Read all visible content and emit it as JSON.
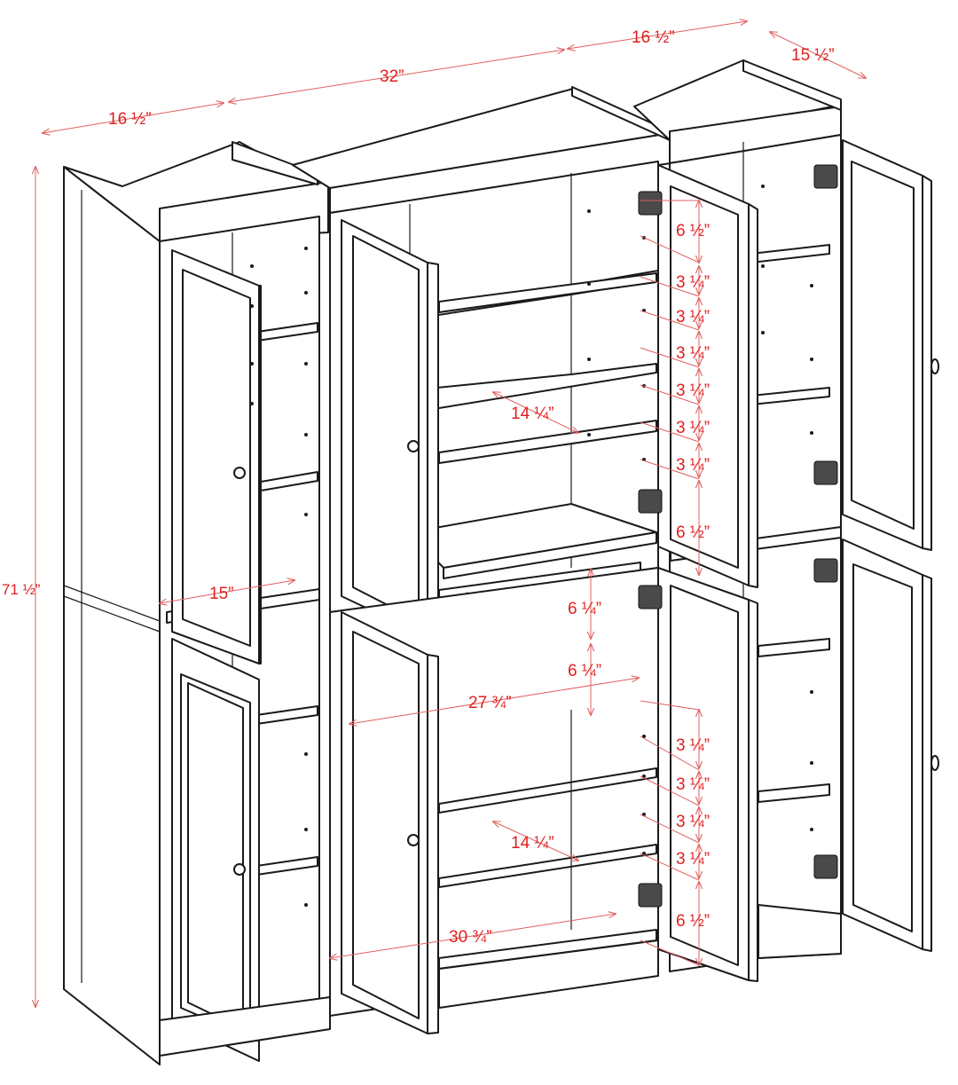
{
  "figure": {
    "dimensions": {
      "top_left_width": "16 ½”",
      "top_center_width": "32”",
      "top_right_width": "16 ½”",
      "depth": "15 ½”",
      "height": "71 ½”",
      "left_shelf_depth": "15”",
      "upper_center_shelf_width": "14 ¼”",
      "lower_center_shelf_width": "14 ¼”",
      "inner_width_drawer": "27 ¾”",
      "inner_width_base": "30 ¾”",
      "drawer_height_top": "6 ¼”",
      "drawer_height_bottom": "6 ¼”",
      "upper_spacing": [
        "6 ½”",
        "3 ¼”",
        "3 ¼”",
        "3 ¼”",
        "3 ¼”",
        "3 ¼”",
        "3 ¼”",
        "6 ½”"
      ],
      "lower_spacing": [
        "3 ¼”",
        "3 ¼”",
        "3 ¼”",
        "3 ¼”",
        "6 ½”"
      ]
    },
    "colors": {
      "dimension_text": "#e0201f",
      "dimension_line": "#e06060",
      "outline": "#1a1a1a"
    }
  }
}
